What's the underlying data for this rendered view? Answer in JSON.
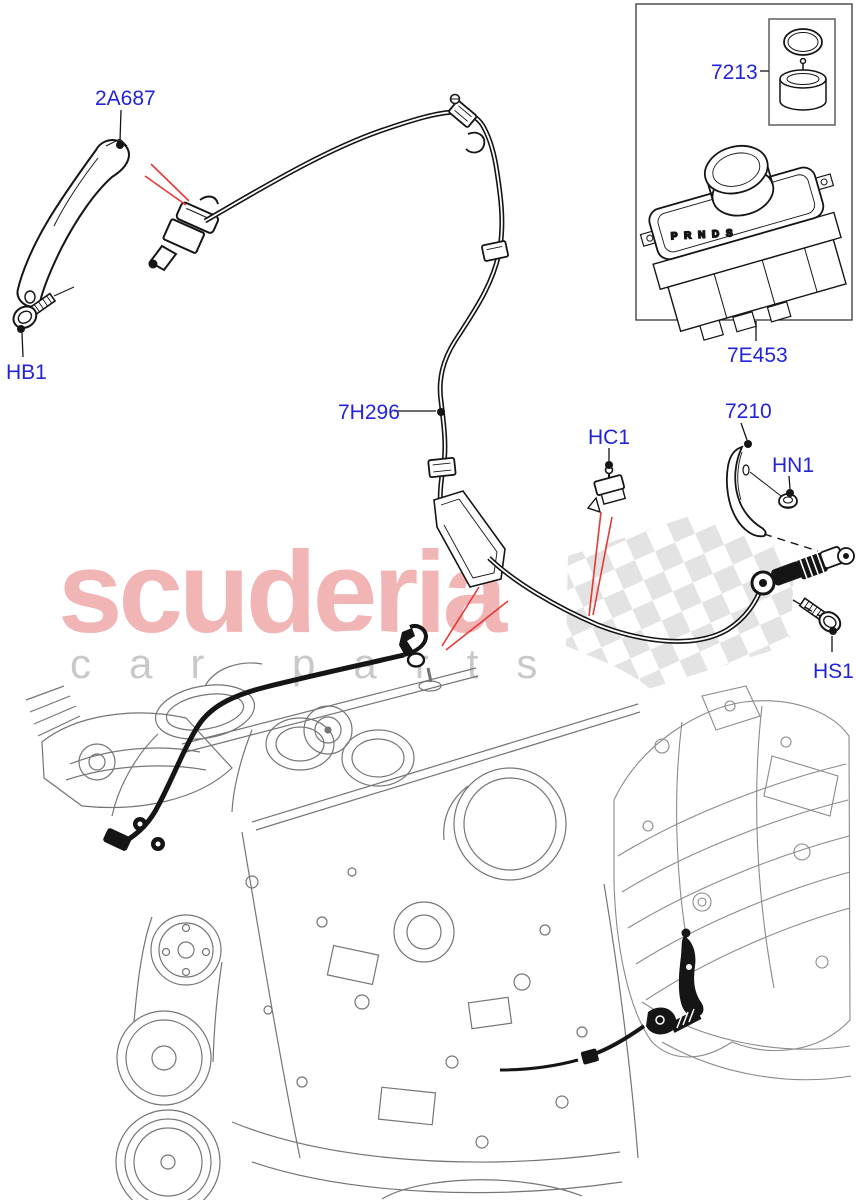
{
  "diagram": {
    "type": "automotive-parts-diagram",
    "labels": {
      "bracket": "2A687",
      "bolt_hb1": "HB1",
      "shift_cable": "7H296",
      "clip_hc1": "HC1",
      "lever_bracket": "7210",
      "nut_hn1": "HN1",
      "screw_hs1": "HS1",
      "knob_kit": "7213",
      "selector_unit": "7E453"
    },
    "inset": {
      "gear_letters": "P R N D S"
    },
    "watermark": {
      "brand": "scuderia",
      "tagline": "car parts"
    },
    "colors": {
      "part_label_blue": "#2323d9",
      "callout_red": "#e53935",
      "line_black": "#151515",
      "engine_gray": "#757575",
      "transmission_gray": "#8a8a8a",
      "watermark_pink": "#f2b5b5",
      "watermark_gray": "#c9c9c9",
      "checker_gray": "#e2e2e2",
      "background": "#ffffff"
    }
  }
}
